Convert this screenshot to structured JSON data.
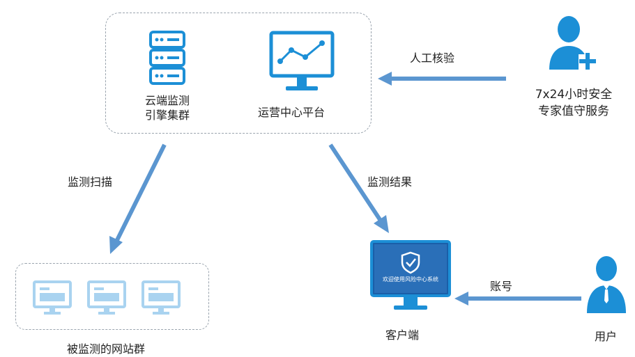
{
  "cluster": {
    "engine_label_line1": "云端监测",
    "engine_label_line2": "引擎集群",
    "ops_label": "运营中心平台"
  },
  "expert": {
    "line1": "7x24小时安全",
    "line2": "专家值守服务"
  },
  "arrows": {
    "manual_verify": "人工核验",
    "scan": "监测扫描",
    "result": "监测结果",
    "account": "账号"
  },
  "websites": {
    "label": "被监测的网站群"
  },
  "client": {
    "label": "客户端",
    "screen_text": "欢迎使用风险中心系统"
  },
  "user": {
    "label": "用户"
  },
  "colors": {
    "primary_blue": "#1c8fd6",
    "arrow_blue": "#5b96d0",
    "light_blue": "#a9d3f0",
    "border_gray": "#9aa4ae"
  }
}
